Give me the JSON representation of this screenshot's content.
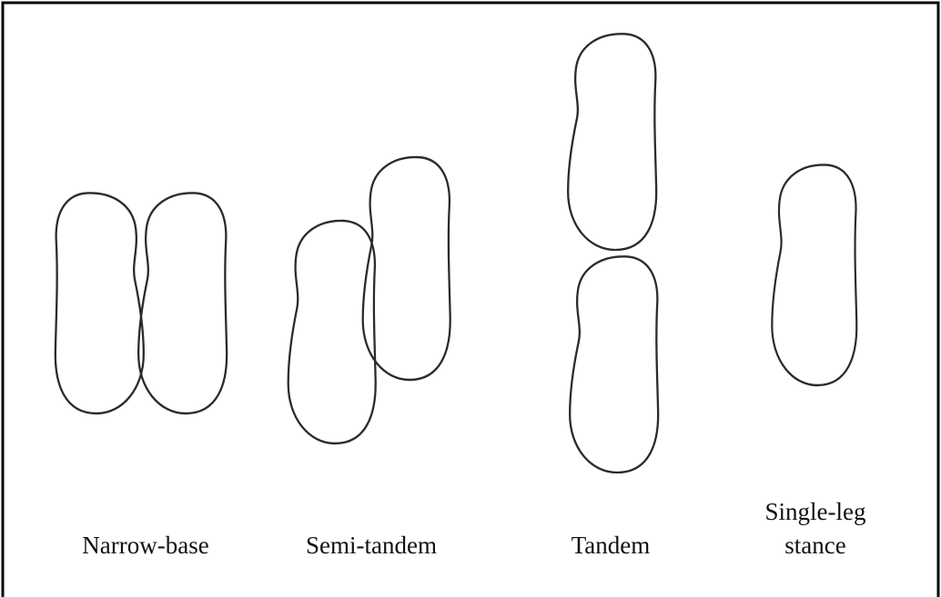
{
  "labels": {
    "narrow_base": "Narrow-base",
    "semi_tandem": "Semi-tandem",
    "tandem": "Tandem",
    "single_leg_line1": "Single-leg",
    "single_leg_line2": "stance"
  }
}
